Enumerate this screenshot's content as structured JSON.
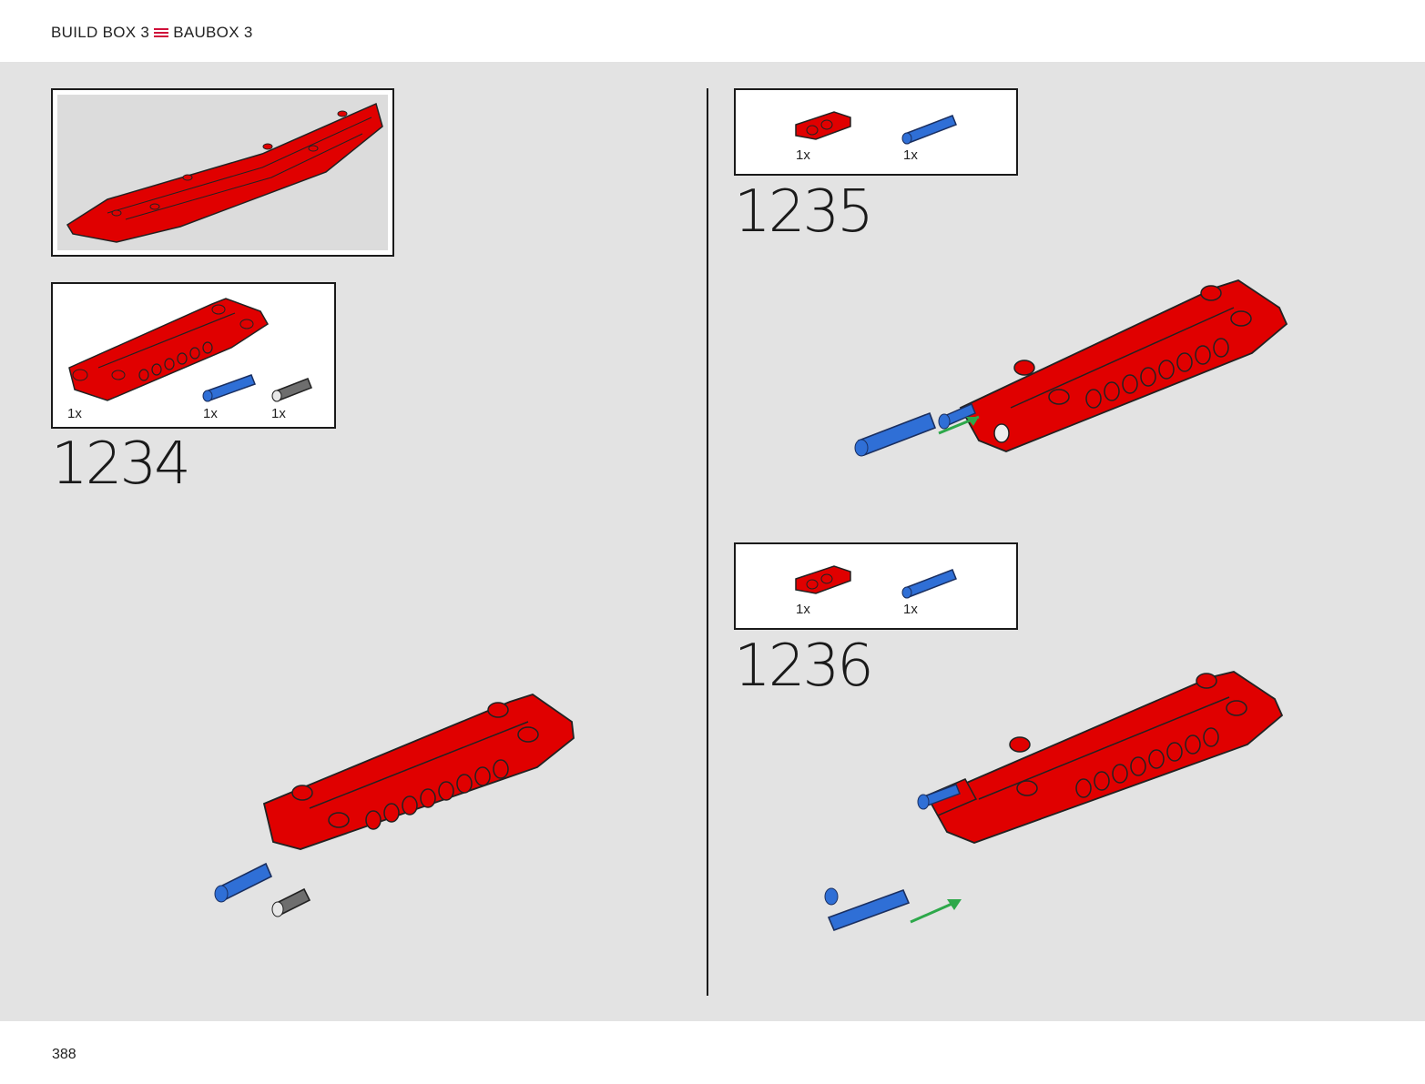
{
  "header": {
    "build_box": "BUILD BOX 3",
    "bau_box": "BAUBOX 3",
    "separator_icon": "hamburger-menu-icon"
  },
  "footer": {
    "page_number": "388"
  },
  "colors": {
    "brick_red": "#e00000",
    "pin_blue": "#2f6fd6",
    "pin_grey": "#6e6e6e",
    "arrow_green": "#2da84a",
    "accent": "#d0103a"
  },
  "steps": [
    {
      "number": "1234",
      "parts": [
        {
          "name": "red-beam-part",
          "qty": "1x"
        },
        {
          "name": "blue-pin-part",
          "qty": "1x"
        },
        {
          "name": "grey-pin-part",
          "qty": "1x"
        }
      ]
    },
    {
      "number": "1235",
      "parts": [
        {
          "name": "red-connector-part",
          "qty": "1x"
        },
        {
          "name": "blue-pin-part",
          "qty": "1x"
        }
      ]
    },
    {
      "number": "1236",
      "parts": [
        {
          "name": "red-connector-part",
          "qty": "1x"
        },
        {
          "name": "blue-pin-part",
          "qty": "1x"
        }
      ]
    }
  ]
}
